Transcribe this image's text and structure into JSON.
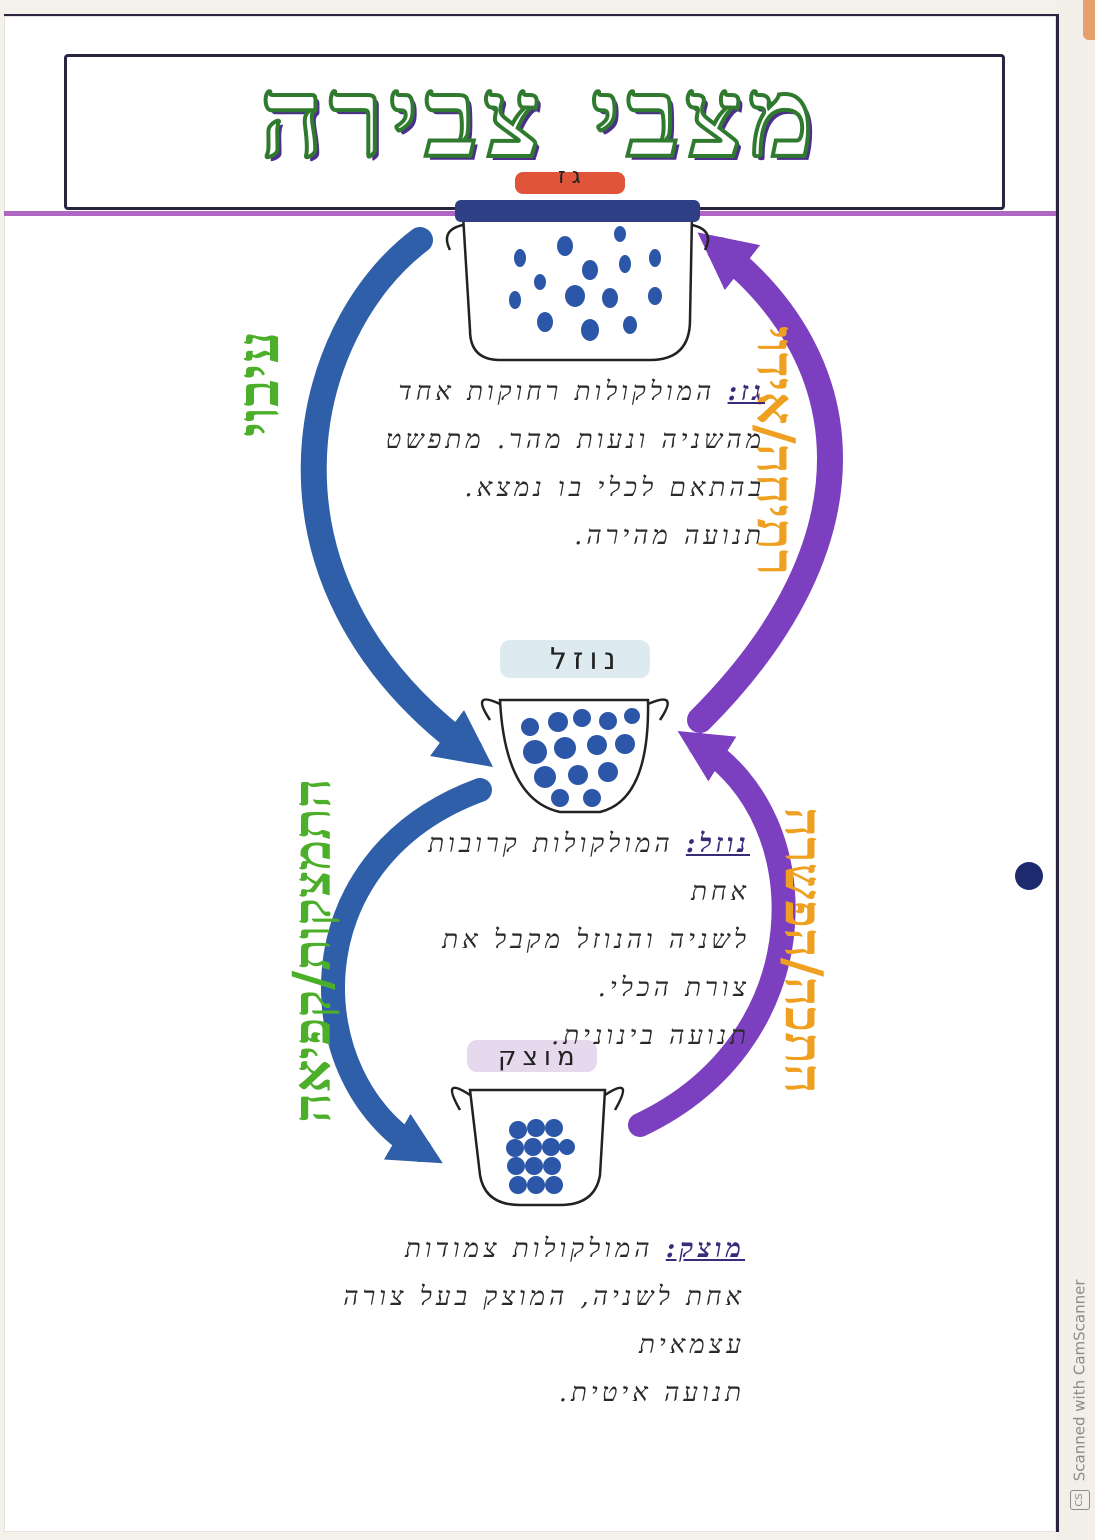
{
  "title": "מצבי צבירה",
  "states": {
    "gas": {
      "name": "גז",
      "note_lead": "גז:",
      "note_lines": [
        "המולקולות רחוקות אחד",
        "מהשניה ונעות מהר. מתפשט",
        "בהתאם לכלי בו נמצא.",
        "תנועה מהירה."
      ]
    },
    "liquid": {
      "name": "נוזל",
      "note_lead": "נוזל:",
      "note_lines": [
        "המולקולות קרובות אחת",
        "לשניה והנוזל מקבל את",
        "צורת הכלי.",
        "תנועה בינונית."
      ]
    },
    "solid": {
      "name": "מוצק",
      "note_lead": "מוצק:",
      "note_lines": [
        "המולקולות צמודות",
        "אחת לשניה, המוצק בעל צורה",
        "עצמאית",
        "תנועה איטית."
      ]
    }
  },
  "transitions": {
    "gas_to_liquid": "עיבוי",
    "liquid_to_gas": "רתיחה/אידוי",
    "liquid_to_solid": "התמצקות/קפיאה",
    "solid_to_liquid": "התכה/הפשרה"
  },
  "colors": {
    "blue_arrow": "#2e5fa8",
    "purple_arrow": "#7b3fc0",
    "green_text": "#4caf2a",
    "orange_text": "#f0a020",
    "title_outline": "#2f7a2f",
    "title_shadow": "#4b2f8a",
    "molecule": "#2c56a8"
  },
  "icons": [
    "pot-icon",
    "molecule-icon",
    "arrow-icon"
  ],
  "scanner_text": "Scanned with CamScanner",
  "scanner_badge": "CS"
}
